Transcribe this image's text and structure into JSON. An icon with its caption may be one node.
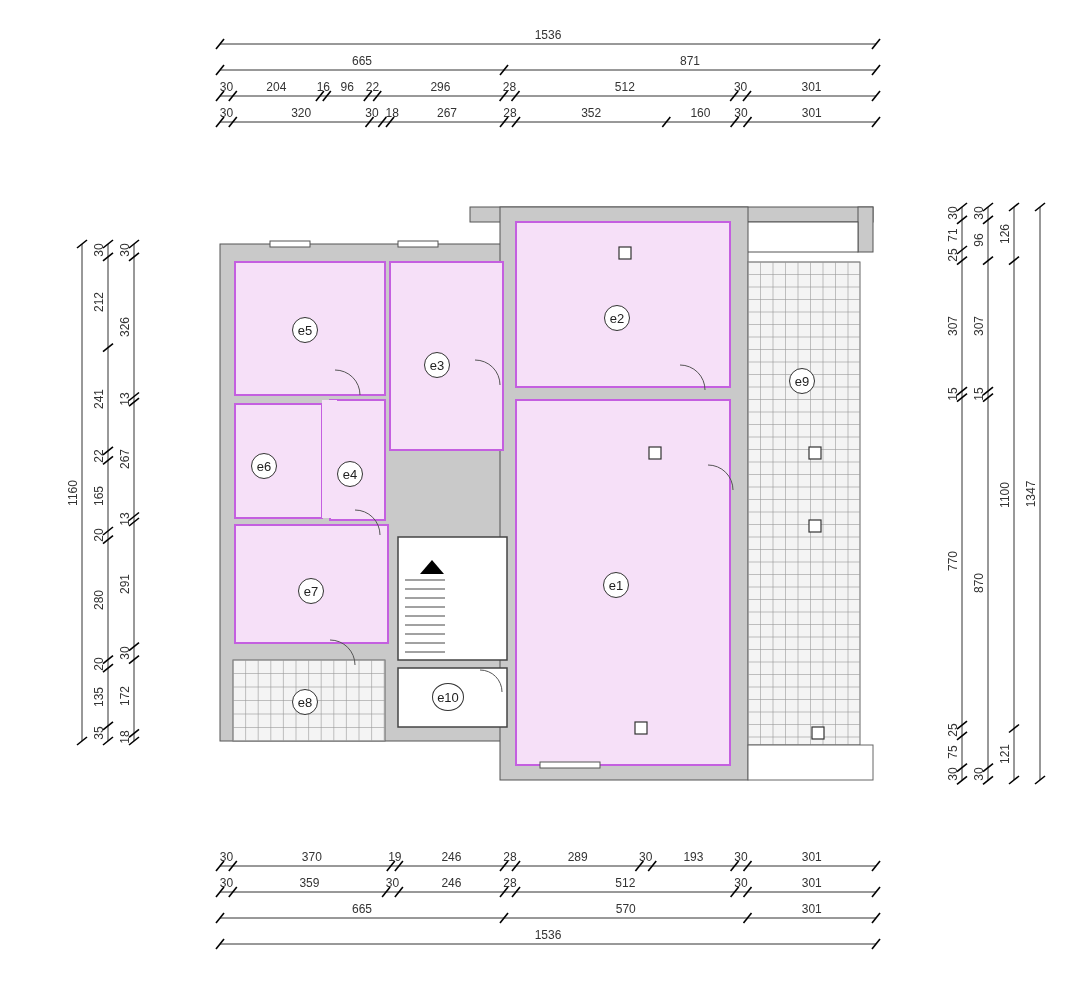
{
  "diagram": {
    "nodes": [
      {
        "text": [
          "e5"
        ]
      },
      {
        "text": [
          "e3"
        ]
      },
      {
        "text": [
          "e2"
        ]
      },
      {
        "text": [
          "e9"
        ]
      },
      {
        "text": [
          "e6"
        ]
      },
      {
        "text": [
          "e4"
        ]
      },
      {
        "text": [
          "e1"
        ]
      },
      {
        "text": [
          "e7"
        ]
      },
      {
        "text": [
          "e8"
        ]
      },
      {
        "text": [
          "e10"
        ]
      }
    ],
    "edges": [],
    "labels": [
      "1536",
      "665",
      "871",
      "30",
      "204",
      "16",
      "96",
      "22",
      "296",
      "28",
      "512",
      "30",
      "301",
      "30",
      "320",
      "30",
      "18",
      "267",
      "28",
      "352",
      "160",
      "30",
      "301",
      "1160",
      "30",
      "212",
      "241",
      "22",
      "165",
      "20",
      "280",
      "20",
      "135",
      "35",
      "30",
      "326",
      "13",
      "267",
      "13",
      "291",
      "30",
      "172",
      "18",
      "30",
      "71",
      "25",
      "307",
      "15",
      "770",
      "25",
      "75",
      "30",
      "30",
      "96",
      "307",
      "15",
      "870",
      "30",
      "126",
      "1100",
      "121",
      "1347",
      "30",
      "370",
      "19",
      "246",
      "28",
      "289",
      "30",
      "193",
      "30",
      "301",
      "30",
      "359",
      "30",
      "246",
      "28",
      "512",
      "30",
      "301",
      "665",
      "570",
      "301",
      "1536"
    ]
  }
}
